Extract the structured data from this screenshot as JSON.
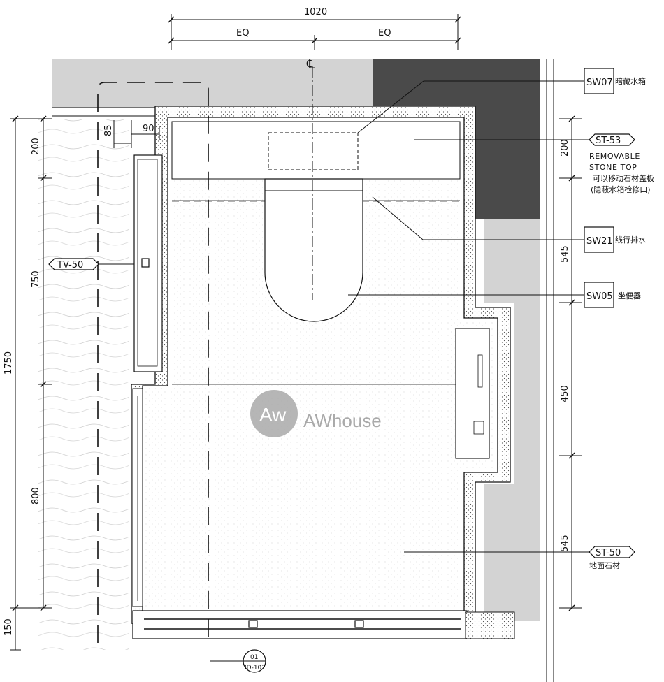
{
  "dimensions": {
    "overall_width": "1020",
    "eq_left": "EQ",
    "eq_right": "EQ",
    "side_85": "85",
    "side_90": "90",
    "left_200": "200",
    "left_750": "750",
    "left_1750": "1750",
    "left_800": "800",
    "left_150": "150",
    "right_200": "200",
    "right_545_top": "545",
    "right_450": "450",
    "right_545_bottom": "545"
  },
  "centerline_symbol": "℄",
  "tags": {
    "sw07": {
      "code": "SW07",
      "note": "暗藏水箱"
    },
    "st53": {
      "code": "ST-53",
      "note_lines": [
        "REMOVABLE",
        "STONE TOP",
        "可以移动石材盖板",
        "(隐蔽水箱检修口)"
      ]
    },
    "sw21": {
      "code": "SW21",
      "note": "线行排水"
    },
    "sw05": {
      "code": "SW05",
      "note": "坐便器"
    },
    "tv50": {
      "code": "TV-50"
    },
    "st50": {
      "code": "ST-50",
      "note": "地面石材"
    },
    "section": {
      "top": "01",
      "bottom": "ID-102"
    }
  },
  "watermark": {
    "logo_letters": "Aw",
    "brand": "AWhouse"
  },
  "colors": {
    "line": "#111111",
    "wall_light": "#d3d3d3",
    "wall_dark": "#4a4a4a",
    "watermark": "#a9a9a9"
  }
}
